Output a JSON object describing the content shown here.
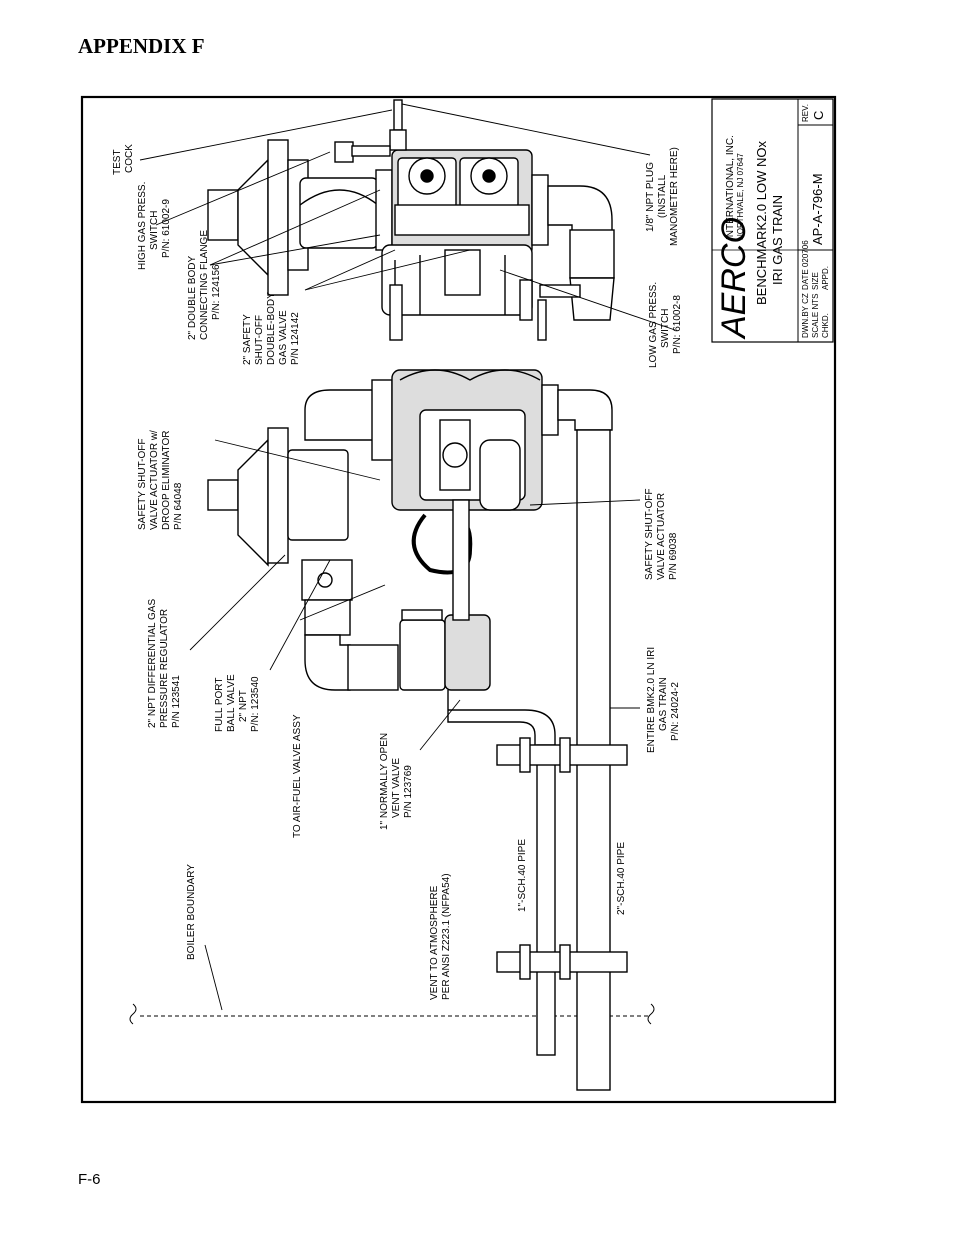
{
  "header": {
    "title": "APPENDIX F"
  },
  "footer": {
    "page_number": "F-6"
  },
  "title_block": {
    "company": "AERCO",
    "company_line1": "INTERNATIONAL, INC.",
    "company_line2": "NORTHVALE, NJ  07647",
    "drawing_title_line1": "BENCHMARK2.0 LOW NOx",
    "drawing_title_line2": "IRI GAS TRAIN",
    "drawing_number": "AP-A-796-M",
    "rev_label": "REV.",
    "rev": "C",
    "dwn_by": "DWN.BY  CZ",
    "scale": "SCALE  NTS",
    "chkd": "CHKD.",
    "date": "DATE  020706",
    "size": "SIZE",
    "appd": "APPD."
  },
  "labels": {
    "test_cock": [
      "TEST",
      "COCK"
    ],
    "high_gas_switch": [
      "HIGH GAS PRESS.",
      "SWITCH",
      "P/N: 61002-9"
    ],
    "double_body_flange": [
      "2\" DOUBLE BODY",
      "CONNECTING FLANGE",
      "P/N: 124156"
    ],
    "double_body_valve": [
      "2\" SAFETY",
      "SHUT-OFF",
      "DOUBLE-BODY",
      "GAS VALVE",
      "P/N 124142"
    ],
    "actuator_droop": [
      "SAFETY SHUT-OFF",
      "VALVE ACTUATOR w/",
      "DROOP ELIMINATOR",
      "P/N 64048"
    ],
    "regulator": [
      "2\" NPT DIFFERENTIAL GAS",
      "PRESSURE REGULATOR",
      "P/N 123541"
    ],
    "ball_valve": [
      "FULL PORT",
      "BALL VALVE",
      "2\" NPT",
      "P/N: 123540"
    ],
    "air_fuel": [
      "TO AIR-FUEL VALVE ASSY"
    ],
    "vent_valve": [
      "1\" NORMALLY OPEN",
      "VENT VALVE",
      "P/N 123769"
    ],
    "boiler_boundary": [
      "BOILER BOUNDARY"
    ],
    "vent_atm": [
      "VENT TO ATMOSPHERE",
      "PER ANSI Z223.1 (NFPA54)"
    ],
    "pipe_1": [
      "1\"-SCH.40 PIPE"
    ],
    "pipe_2": [
      "2\"-SCH.40 PIPE"
    ],
    "entire_train": [
      "ENTIRE BMK2.0 LN IRI",
      "GAS TRAIN",
      "P/N: 24024-2"
    ],
    "actuator": [
      "SAFETY SHUT-OFF",
      "VALVE ACTUATOR",
      "P/N 69038"
    ],
    "low_gas_switch": [
      "LOW GAS PRESS.",
      "SWITCH",
      "P/N: 61002-8"
    ],
    "npt_plug": [
      "1/8\" NPT PLUG",
      "(INSTALL",
      "MANOMETER HERE)"
    ]
  }
}
